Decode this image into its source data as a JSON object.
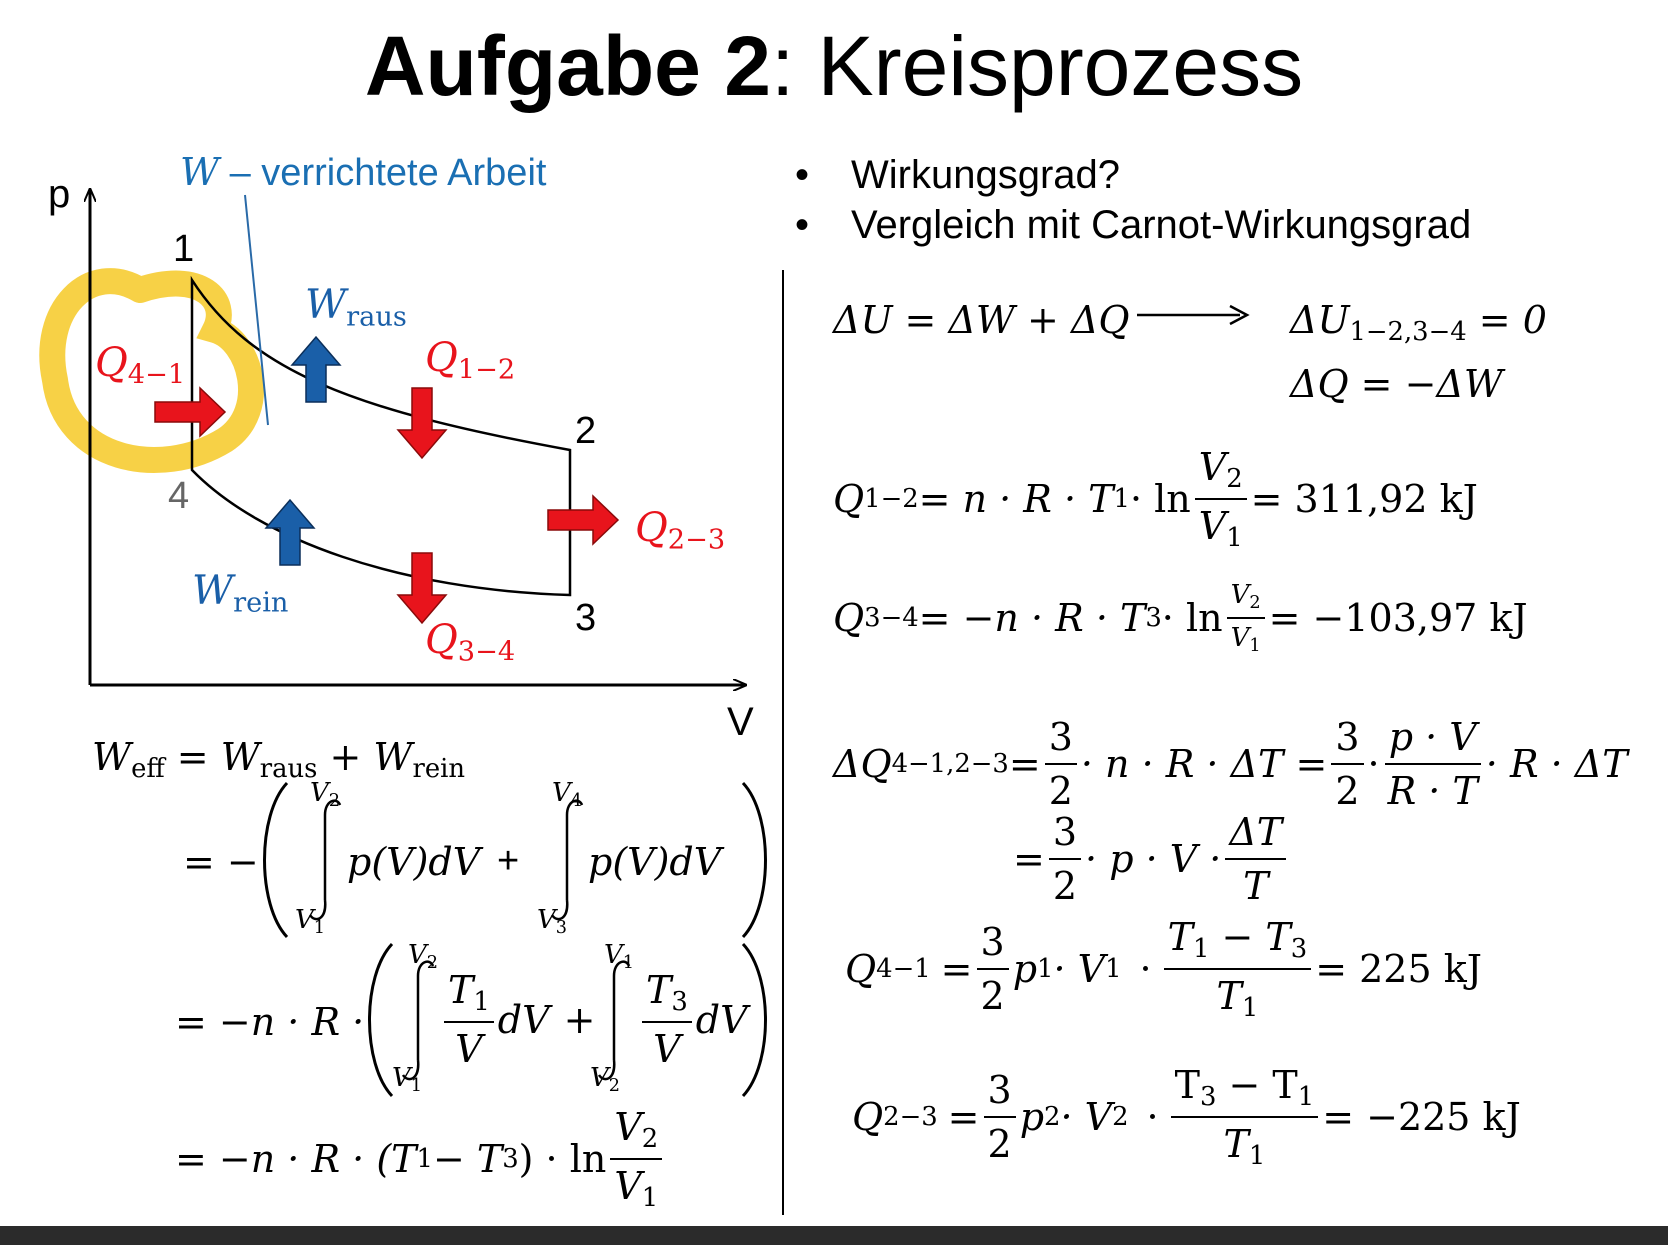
{
  "title": {
    "bold": "Aufgabe 2",
    "rest": ": Kreisprozess"
  },
  "bullets": [
    "Wirkungsgrad?",
    "Vergleich mit Carnot-Wirkungsgrad"
  ],
  "diagram": {
    "p_axis": "p",
    "v_axis": "V",
    "work_label_italic": "W",
    "work_label_text": " – verrichtete Arbeit",
    "points": [
      "1",
      "2",
      "3",
      "4"
    ],
    "w_raus": {
      "main": "W",
      "sub": "raus"
    },
    "w_rein": {
      "main": "W",
      "sub": "rein"
    },
    "q12": {
      "main": "Q",
      "sub": "1−2"
    },
    "q23": {
      "main": "Q",
      "sub": "2−3"
    },
    "q34": {
      "main": "Q",
      "sub": "3−4"
    },
    "q41": {
      "main": "Q",
      "sub": "4−1"
    },
    "colors": {
      "heat": "#e8141c",
      "work": "#1a5fa8",
      "highlight": "#f5c518"
    }
  },
  "equations": {
    "first_law": "ΔU = ΔW + ΔQ",
    "du_zero": "ΔU",
    "du_zero_sub": "1−2,3−4",
    "du_zero_rhs": " = 0",
    "dq": "ΔQ = −ΔW",
    "q12_lhs": "Q",
    "q12_sub": "1−2",
    "q12_mid": " = n · R · T",
    "q12_t": "1",
    "q12_ln": " · ln",
    "q12_rhs": "= 311,92 kJ",
    "q34_lhs": "Q",
    "q34_sub": "3−4",
    "q34_mid": " = −n · R · T",
    "q34_t": "3",
    "q34_ln": " · ln",
    "q34_rhs": "= −103,97 kJ",
    "dq41_lhs": "ΔQ",
    "dq41_sub": "4−1,2−3",
    "dq41_eq": " = ",
    "dq41_mid": "· n · R · ΔT =",
    "dq41_tail": "· R · ΔT",
    "pv": "p · V",
    "rt": "R · T",
    "line2_mid": "· p · V ·",
    "dT": "ΔT",
    "T": "T",
    "three": "3",
    "two": "2",
    "eq_sign": "=",
    "q41_lhs": "Q",
    "q41_sub": "4−1",
    "q41_p": "p",
    "q41_psub": "1",
    "q41_v": " · V",
    "q41_vsub": "1",
    "q41_num": "T",
    "q41_rhs": "= 225 kJ",
    "q23_lhs": "Q",
    "q23_sub": "2−3",
    "q23_p": "p",
    "q23_psub": "2",
    "q23_v": " · V",
    "q23_vsub": "2",
    "q23_rhs": "= −225 kJ",
    "weff_lhs": "W",
    "weff_sub": "eff",
    "weff_rhs1": " = W",
    "weff_rhs1_sub": "raus",
    "weff_rhs2": " + W",
    "weff_rhs2_sub": "rein",
    "l2_pre": "= −",
    "integrand": "p(V)dV",
    "plus": "+",
    "l3_pre": "= −n · R ·",
    "dV": "dV",
    "l4": "= −n · R · (T",
    "l4_minus": " − T",
    "l4_close": ") · ln",
    "V": "V"
  }
}
